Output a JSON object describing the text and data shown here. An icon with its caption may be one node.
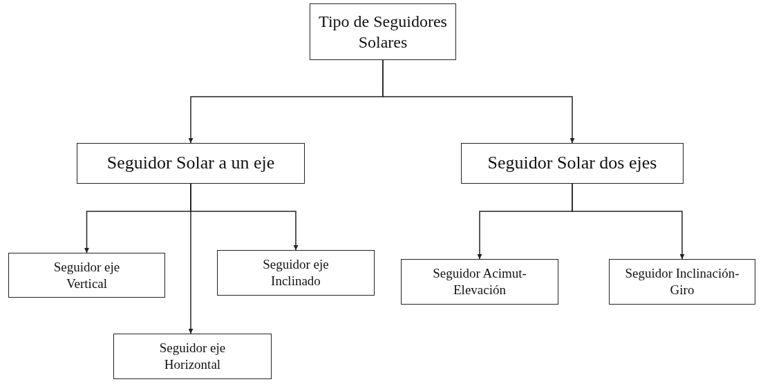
{
  "diagram": {
    "nodes": [
      {
        "text": [
          "Tipo de Seguidores Solares"
        ]
      },
      {
        "text": [
          "Seguidor Solar a un eje"
        ]
      },
      {
        "text": [
          "Seguidor Solar dos ejes"
        ]
      },
      {
        "text": [
          "Seguidor eje Vertical"
        ]
      },
      {
        "text": [
          "Seguidor eje Inclinado"
        ]
      },
      {
        "text": [
          "Seguidor eje Horizontal"
        ]
      },
      {
        "text": [
          "Seguidor Acimut-Elevación"
        ]
      },
      {
        "text": [
          "Seguidor Inclinación-Giro"
        ]
      }
    ],
    "edges": [
      {
        "from": 0,
        "to": 1,
        "arrow": "to"
      },
      {
        "from": 0,
        "to": 2,
        "arrow": "to"
      },
      {
        "from": 1,
        "to": 3,
        "arrow": "to"
      },
      {
        "from": 1,
        "to": 4,
        "arrow": "to"
      },
      {
        "from": 1,
        "to": 5,
        "arrow": "to"
      },
      {
        "from": 2,
        "to": 6,
        "arrow": "to"
      },
      {
        "from": 2,
        "to": 7,
        "arrow": "to"
      }
    ]
  }
}
